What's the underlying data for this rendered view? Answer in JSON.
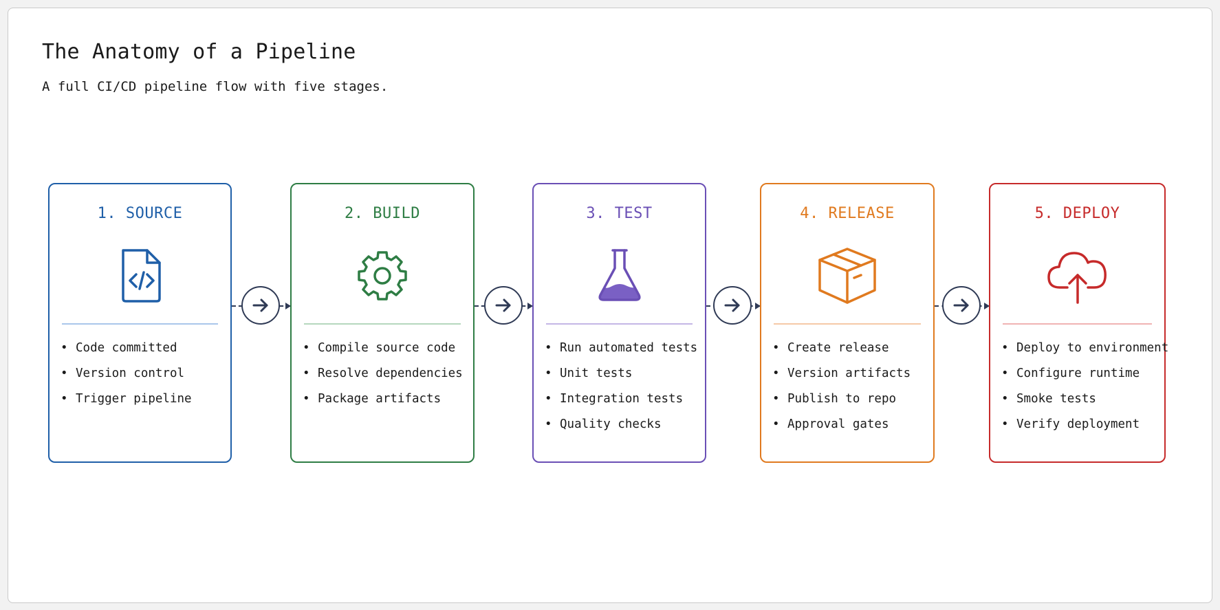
{
  "header": {
    "title": "The Anatomy of a Pipeline",
    "subtitle": "A full CI/CD pipeline flow with five stages."
  },
  "stages": [
    {
      "title": "1. SOURCE",
      "icon": "code-file-icon",
      "color": "#1f5fa8",
      "divider_color": "#a9c6ea",
      "items": [
        "Code committed",
        "Version control",
        "Trigger pipeline"
      ]
    },
    {
      "title": "2. BUILD",
      "icon": "gear-icon",
      "color": "#2e7d44",
      "divider_color": "#b5d7bd",
      "items": [
        "Compile source code",
        "Resolve dependencies",
        "Package artifacts"
      ]
    },
    {
      "title": "3. TEST",
      "icon": "flask-icon",
      "color": "#6a4fb5",
      "divider_color": "#c4b6e6",
      "items": [
        "Run automated tests",
        "Unit tests",
        "Integration tests",
        "Quality checks"
      ]
    },
    {
      "title": "4. RELEASE",
      "icon": "box-icon",
      "color": "#e07a1f",
      "divider_color": "#f5c9a6",
      "items": [
        "Create release",
        "Version artifacts",
        "Publish to repo",
        "Approval gates"
      ]
    },
    {
      "title": "5. DEPLOY",
      "icon": "cloud-upload-icon",
      "color": "#c62a2a",
      "divider_color": "#f0b3b3",
      "items": [
        "Deploy to environment",
        "Configure runtime",
        "Smoke tests",
        "Verify deployment"
      ]
    }
  ],
  "connector_color": "#2f3a55",
  "connector_icon": "arrow-right-icon"
}
